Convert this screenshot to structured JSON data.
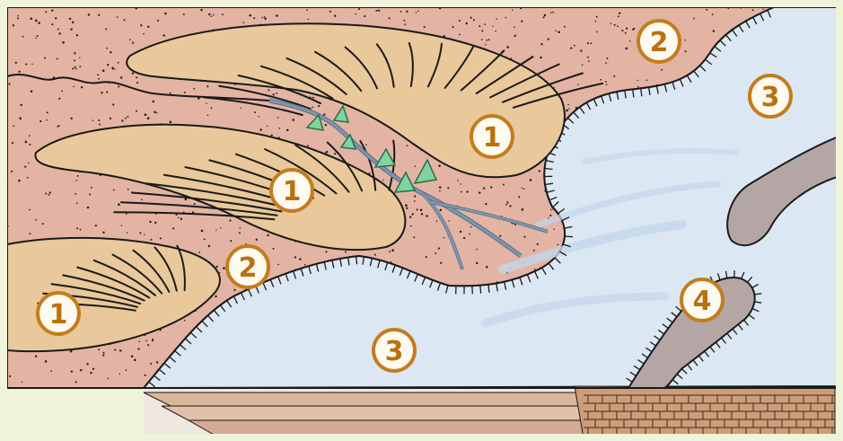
{
  "labels": {
    "fan": "1",
    "sediment_basin": "2",
    "lake": "3",
    "island": "4"
  },
  "colors": {
    "border": "#eef3d9",
    "sediment": "#e3b4a3",
    "fan": "#e9c89b",
    "lake": "#dbe8f3",
    "water_streak": "#c3d6ea",
    "rock_outcrop": "#b3a6a5",
    "badge_fill": "#fffaf0",
    "badge_ring": "#c37d1d",
    "badge_text": "#b8720f",
    "channel": "#8095ad",
    "marker": "#7fd4a1",
    "ink": "#1a1a1a"
  },
  "icons": [
    "triangle-marker-icon"
  ]
}
